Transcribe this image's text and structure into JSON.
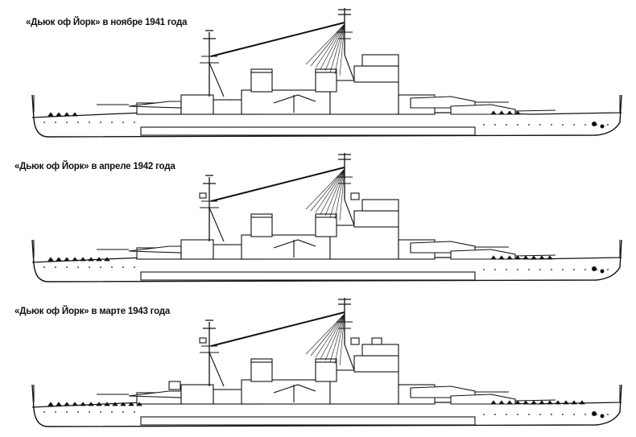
{
  "figures": [
    {
      "caption": "«Дьюк оф Йорк» в ноябре 1941 года",
      "variant": 1
    },
    {
      "caption": "«Дьюк оф Йорк» в апреле 1942 года",
      "variant": 2
    },
    {
      "caption": "«Дьюк оф Йорк» в марте 1943 года",
      "variant": 3
    }
  ],
  "colors": {
    "ink": "#111111",
    "paper": "#ffffff"
  }
}
